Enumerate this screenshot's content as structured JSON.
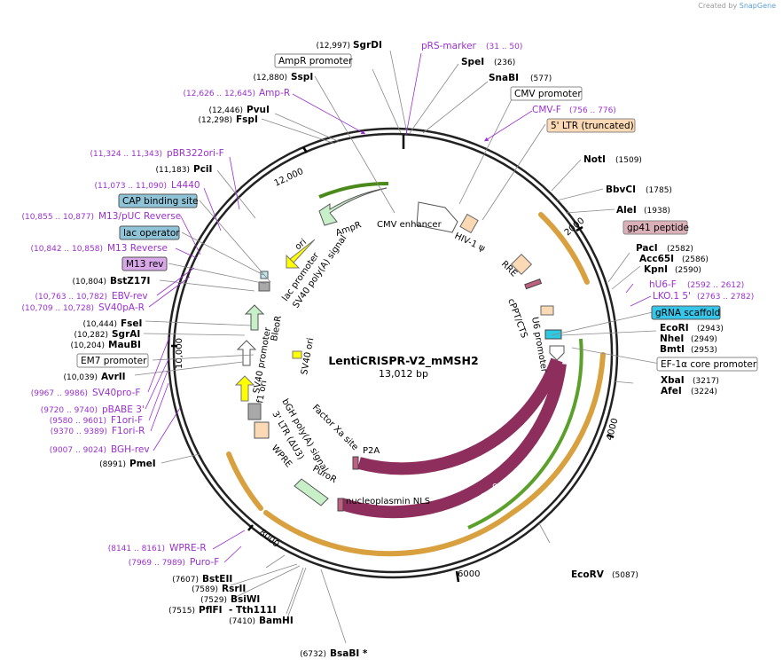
{
  "credit": {
    "prefix": "Created by",
    "brand": "SnapGene"
  },
  "plasmid": {
    "name": "LentiCRISPR-V2_mMSH2",
    "size": "13,012 bp"
  },
  "ticks": [
    "2000",
    "4000",
    "6000",
    "8000",
    "10,000",
    "12,000"
  ],
  "sites": [
    {
      "name": "SgrDI",
      "pos": "(12,997)"
    },
    {
      "name": "SpeI",
      "pos": "(236)"
    },
    {
      "name": "SnaBI",
      "pos": "(577)"
    },
    {
      "name": "SspI",
      "pos": "(12,880)"
    },
    {
      "name": "PvuI",
      "pos": "(12,446)"
    },
    {
      "name": "FspI",
      "pos": "(12,298)"
    },
    {
      "name": "PciI",
      "pos": "(11,183)"
    },
    {
      "name": "BstZ17I",
      "pos": "(10,804)"
    },
    {
      "name": "FseI",
      "pos": "(10,444)"
    },
    {
      "name": "SgrAI",
      "pos": "(10,282)"
    },
    {
      "name": "MauBI",
      "pos": "(10,204)"
    },
    {
      "name": "AvrII",
      "pos": "(10,039)"
    },
    {
      "name": "PmeI",
      "pos": "(8991)"
    },
    {
      "name": "BstEII",
      "pos": "(7607)"
    },
    {
      "name": "RsrII",
      "pos": "(7589)"
    },
    {
      "name": "BsiWI",
      "pos": "(7529)"
    },
    {
      "name": "PflFI",
      "pos": "(7515)"
    },
    {
      "name": "- Tth111I",
      "pos": ""
    },
    {
      "name": "BamHI",
      "pos": "(7410)"
    },
    {
      "name": "BsaBI *",
      "pos": "(6732)"
    },
    {
      "name": "NotI",
      "pos": "(1509)"
    },
    {
      "name": "BbvCI",
      "pos": "(1785)"
    },
    {
      "name": "AleI",
      "pos": "(1938)"
    },
    {
      "name": "PacI",
      "pos": "(2582)"
    },
    {
      "name": "Acc65I",
      "pos": "(2586)"
    },
    {
      "name": "KpnI",
      "pos": "(2590)"
    },
    {
      "name": "EcoRI",
      "pos": "(2943)"
    },
    {
      "name": "NheI",
      "pos": "(2949)"
    },
    {
      "name": "BmtI",
      "pos": "(2953)"
    },
    {
      "name": "XbaI",
      "pos": "(3217)"
    },
    {
      "name": "AfeI",
      "pos": "(3224)"
    },
    {
      "name": "EcoRV",
      "pos": "(5087)"
    }
  ],
  "primers": [
    {
      "name": "pRS-marker",
      "pos": "(31 .. 50)"
    },
    {
      "name": "Amp-R",
      "pos": "(12,626 .. 12,645)"
    },
    {
      "name": "CMV-F",
      "pos": "(756 .. 776)"
    },
    {
      "name": "pBR322ori-F",
      "pos": "(11,324 .. 11,343)"
    },
    {
      "name": "L4440",
      "pos": "(11,073 .. 11,090)"
    },
    {
      "name": "M13/pUC Reverse",
      "pos": "(10,855 .. 10,877)"
    },
    {
      "name": "M13 Reverse",
      "pos": "(10,842 .. 10,858)"
    },
    {
      "name": "EBV-rev",
      "pos": "(10,763 .. 10,782)"
    },
    {
      "name": "SV40pA-R",
      "pos": "(10,709 .. 10,728)"
    },
    {
      "name": "SV40pro-F",
      "pos": "(9967 .. 9986)"
    },
    {
      "name": "pBABE 3'",
      "pos": "(9720 .. 9740)"
    },
    {
      "name": "F1ori-F",
      "pos": "(9580 .. 9601)"
    },
    {
      "name": "F1ori-R",
      "pos": "(9370 .. 9389)"
    },
    {
      "name": "BGH-rev",
      "pos": "(9007 .. 9024)"
    },
    {
      "name": "WPRE-R",
      "pos": "(8141 .. 8161)"
    },
    {
      "name": "Puro-F",
      "pos": "(7969 .. 7989)"
    },
    {
      "name": "hU6-F",
      "pos": "(2592 .. 2612)"
    },
    {
      "name": "LKO.1 5'",
      "pos": "(2763 .. 2782)"
    }
  ],
  "boxed": {
    "ampr_promoter": "AmpR promoter",
    "cmv_promoter": "CMV promoter",
    "ltr5": "5' LTR (truncated)",
    "cap": "CAP binding site",
    "lac_op": "lac operator",
    "m13rev": "M13 rev",
    "em7": "EM7 promoter",
    "gp41": "gp41 peptide",
    "grna": "gRNA scaffold",
    "ef1a": "EF-1α core promoter"
  },
  "features": {
    "cmv_enhancer": "CMV enhancer",
    "hiv": "HIV-1 ψ",
    "rre": "RRE",
    "cppt": "cPPT/CTS",
    "u6": "U6 promoter",
    "ampr": "AmpR",
    "ori": "ori",
    "lac_promoter": "lac promoter",
    "sv40pa": "SV40 poly(A) signal",
    "bleor": "BleoR",
    "sv40prom": "SV40 promoter",
    "sv40ori": "SV40 ori",
    "f1ori": "f1 ori",
    "bgh": "bGH poly(A) signal",
    "ltr3": "3' LTR (ΔU3)",
    "wpre": "WPRE",
    "puror": "PuroR",
    "factorxa": "Factor Xa site",
    "p2a": "P2A",
    "cas9a": "Cas9",
    "cas9b": "Cas9",
    "npnls": "nucleoplasmin NLS"
  }
}
